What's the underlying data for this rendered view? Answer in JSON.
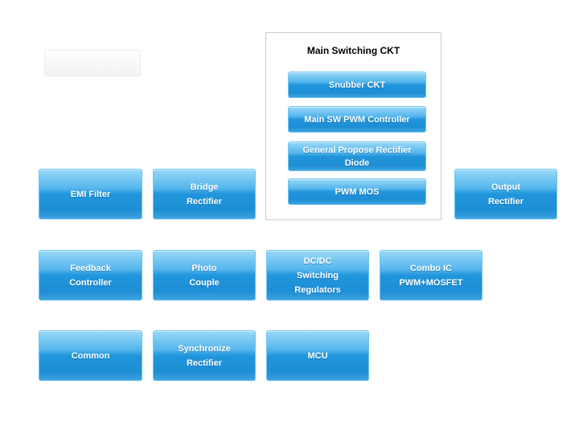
{
  "main_group": {
    "title": "Main Switching CKT",
    "buttons": [
      {
        "lines": [
          "Snubber CKT"
        ]
      },
      {
        "lines": [
          "Main SW PWM Controller"
        ]
      },
      {
        "lines": [
          "General Propose Rectifier",
          "Diode"
        ]
      },
      {
        "lines": [
          "PWM MOS"
        ]
      }
    ]
  },
  "blocks": [
    {
      "id": "emi-filter",
      "lines": [
        "EMI Filter"
      ]
    },
    {
      "id": "bridge-rectifier",
      "lines": [
        "Bridge",
        "Rectifier"
      ]
    },
    {
      "id": "output-rectifier",
      "lines": [
        "Output",
        "Rectifier"
      ]
    },
    {
      "id": "feedback-controller",
      "lines": [
        "Feedback",
        "Controller"
      ]
    },
    {
      "id": "photo-couple",
      "lines": [
        "Photo",
        "Couple"
      ]
    },
    {
      "id": "dcdc-switching-regulators",
      "lines": [
        "DC/DC",
        "Switching",
        "Regulators"
      ]
    },
    {
      "id": "combo-ic-pwm-mosfet",
      "lines": [
        "Combo IC",
        "PWM+MOSFET"
      ]
    },
    {
      "id": "common",
      "lines": [
        "Common"
      ]
    },
    {
      "id": "synchronize-rectifier",
      "lines": [
        "Synchronize",
        "Rectifier"
      ]
    },
    {
      "id": "mcu",
      "lines": [
        "MCU"
      ]
    }
  ],
  "colors": {
    "button_gradient_top": "#98d9f8",
    "button_gradient_bottom": "#1e8ed4",
    "button_border": "#6fc4f0",
    "button_text": "#ffffff",
    "group_border": "#cccccc",
    "group_title_text": "#000000",
    "background": "#ffffff"
  }
}
